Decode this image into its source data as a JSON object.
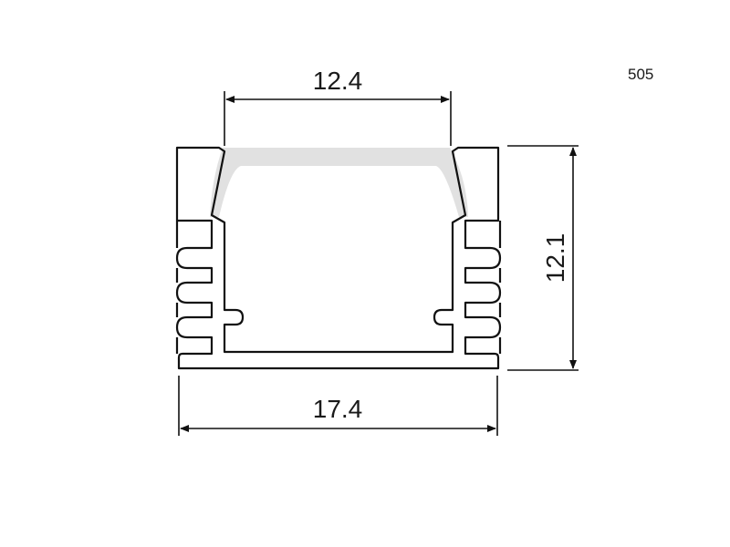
{
  "model_code": "505",
  "dimensions": {
    "top_opening_width": "12.4",
    "overall_height": "12.1",
    "overall_width": "17.4"
  },
  "colors": {
    "line": "#111111",
    "diffuser": "#e1e1e1",
    "background": "#ffffff"
  }
}
